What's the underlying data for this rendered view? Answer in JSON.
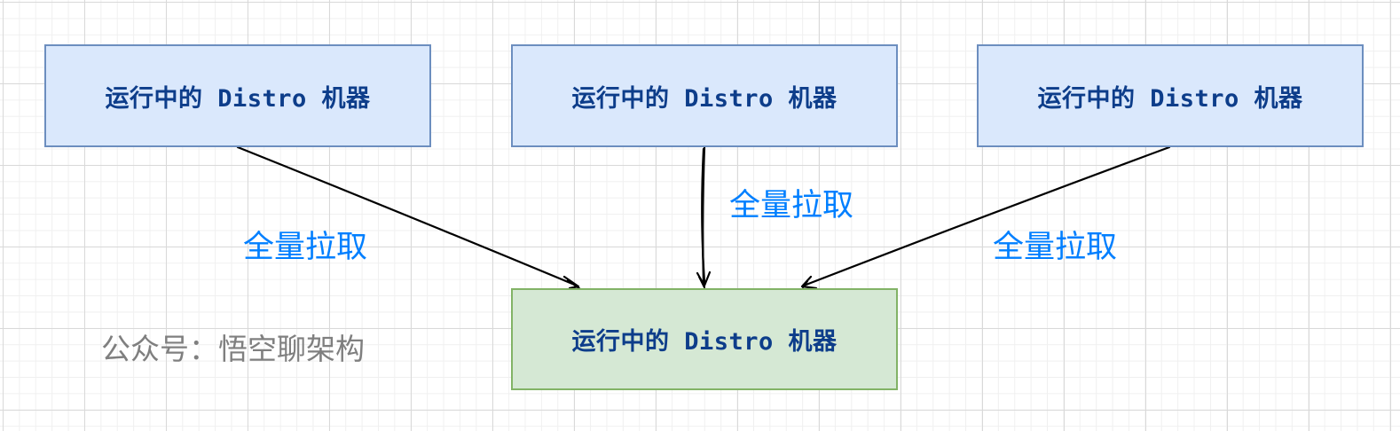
{
  "nodes": {
    "source_left": "运行中的 Distro 机器",
    "source_center": "运行中的 Distro 机器",
    "source_right": "运行中的 Distro 机器",
    "target": "运行中的 Distro 机器"
  },
  "edges": {
    "left_label": "全量拉取",
    "center_label": "全量拉取",
    "right_label": "全量拉取"
  },
  "watermark": "公众号：悟空聊架构",
  "colors": {
    "source_fill": "#dae8fc",
    "source_stroke": "#6c8ebf",
    "target_fill": "#d5e8d4",
    "target_stroke": "#82b366",
    "node_text": "#0d3d8a",
    "edge_label": "#007fff",
    "watermark": "#7f7f7f"
  }
}
